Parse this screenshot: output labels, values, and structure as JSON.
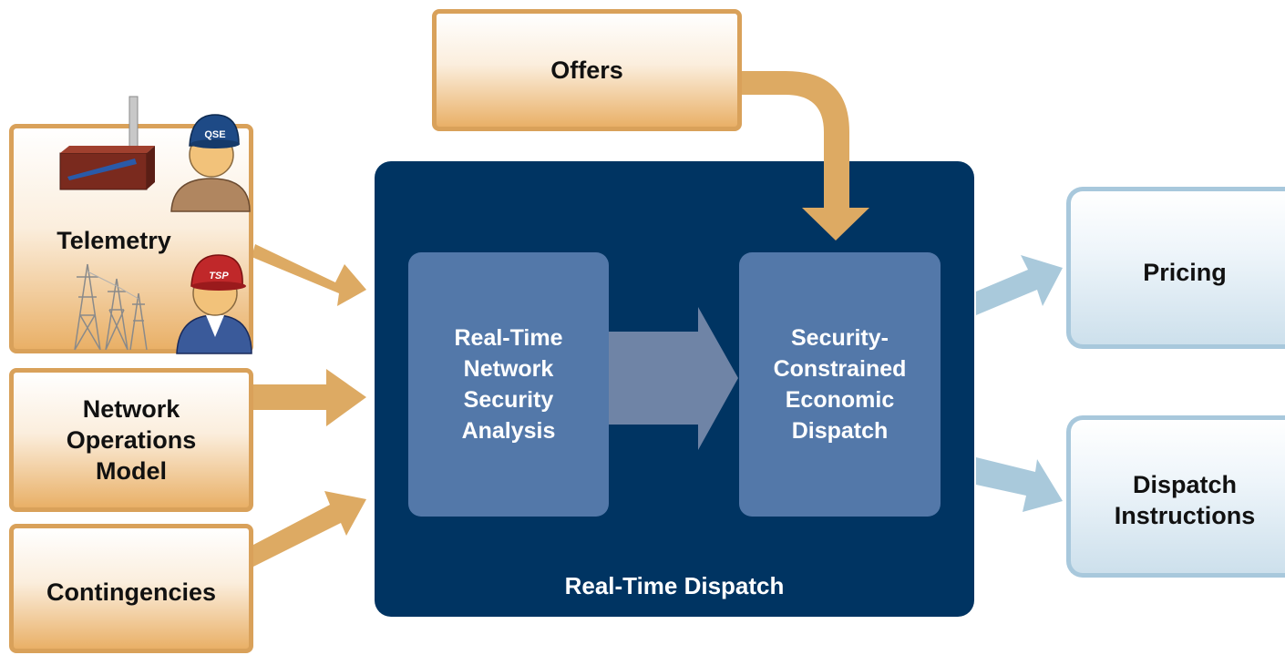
{
  "inputs": {
    "offers": "Offers",
    "telemetry": "Telemetry",
    "network_operations_model": "Network\nOperations\nModel",
    "contingencies": "Contingencies"
  },
  "telemetry_icons": {
    "qse_cap": "QSE",
    "tsp_cap": "TSP"
  },
  "dispatch": {
    "title": "Real-Time Dispatch",
    "network_security_analysis": "Real-Time\nNetwork\nSecurity\nAnalysis",
    "sced": "Security-\nConstrained\nEconomic\nDispatch"
  },
  "outputs": {
    "pricing": "Pricing",
    "dispatch_instructions": "Dispatch\nInstructions"
  },
  "colors": {
    "orange_border": "#d9a15a",
    "orange_arrow": "#ddaa63",
    "dispatch_bg": "#003462",
    "inner_box": "#5378a9",
    "inner_arrow": "#6f84a6",
    "blue_arrow": "#a9c9db"
  }
}
